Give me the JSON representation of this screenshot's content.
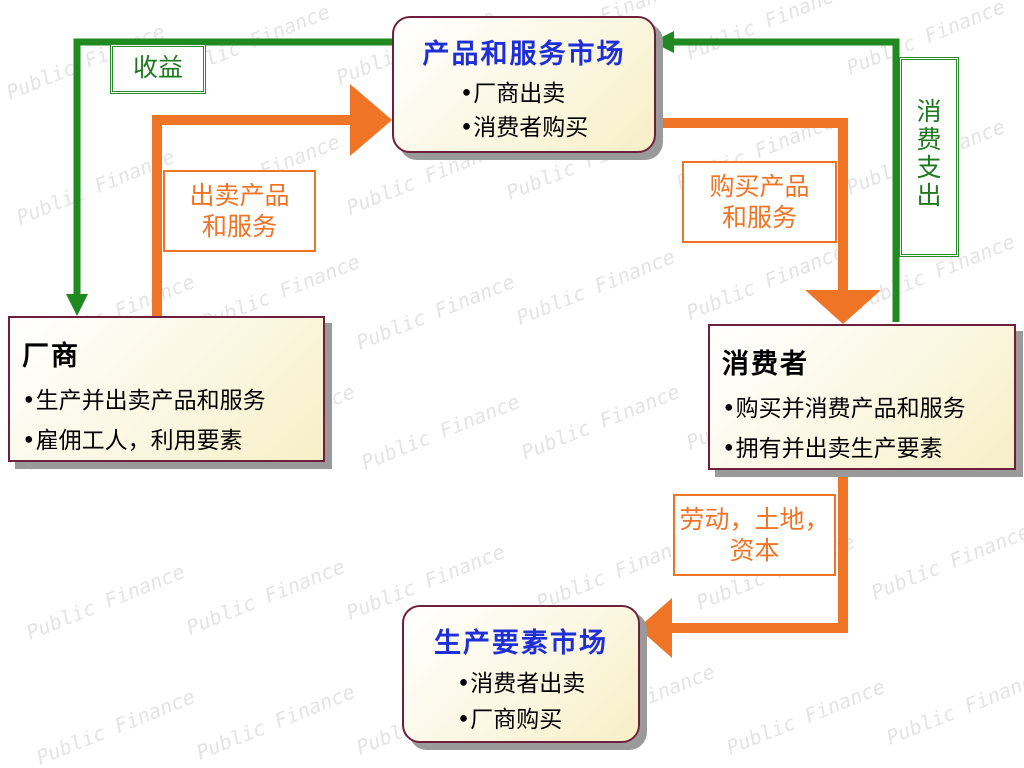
{
  "diagram": {
    "product_market": {
      "title": "产品和服务市场",
      "lines": [
        "•厂商出卖",
        "•消费者购买"
      ]
    },
    "firms": {
      "title": "厂商",
      "lines": [
        "•生产并出卖产品和服务",
        "•雇佣工人，利用要素"
      ]
    },
    "households": {
      "title": "消费者",
      "lines": [
        "•购买并消费产品和服务",
        "•拥有并出卖生产要素"
      ]
    },
    "factor_market": {
      "title": "生产要素市场",
      "lines": [
        "•消费者出卖",
        "•厂商购买"
      ]
    },
    "flows": {
      "revenue": "收益",
      "sell_goods": [
        "出卖产品",
        "和服务"
      ],
      "buy_goods": [
        "购买产品",
        "和服务"
      ],
      "consumer_spending": [
        "消",
        "费",
        "支",
        "出"
      ],
      "factors": [
        "劳动，土地，",
        "资本"
      ]
    },
    "watermark": "Public Finance",
    "colors": {
      "orange_flow": "#f07426",
      "green_flow": "#1f8a1f",
      "market_title": "#1f2fd6",
      "box_border": "#6e1f3c",
      "box_fill": "#f7efc6"
    }
  }
}
